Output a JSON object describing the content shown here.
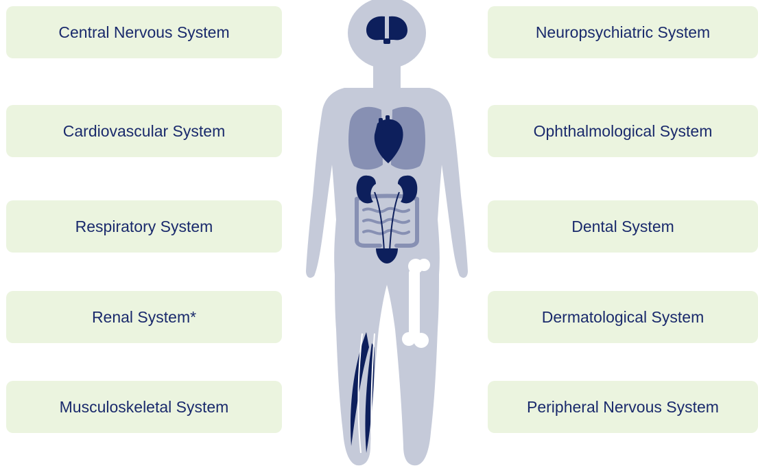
{
  "left_systems": [
    "Central Nervous System",
    "Cardiovascular System",
    "Respiratory System",
    "Renal System*",
    "Musculoskeletal System"
  ],
  "right_systems": [
    "Neuropsychiatric System",
    "Ophthalmological System",
    "Dental System",
    "Dermatological System",
    "Peripheral Nervous System"
  ],
  "colors": {
    "box_background": "#ebf4df",
    "text": "#1a2a6c",
    "body_silhouette": "#c5cad9",
    "lungs": "#8790b3",
    "organs": "#0d1f5c"
  }
}
